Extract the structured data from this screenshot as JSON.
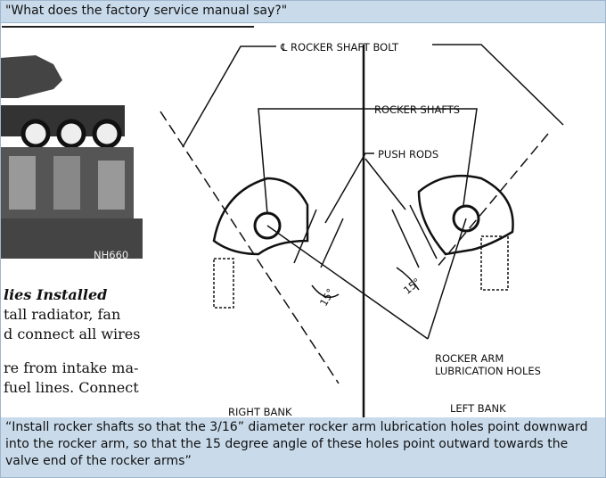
{
  "header": {
    "title": "\"What does the factory service manual say?\""
  },
  "diagram": {
    "labels": {
      "bolt": "℄ ROCKER SHAFT BOLT",
      "shafts": "ROCKER SHAFTS",
      "rods": "PUSH RODS",
      "holes1": "ROCKER ARM",
      "holes2": "LUBRICATION HOLES",
      "right_bank": "RIGHT BANK",
      "left_bank": "LEFT BANK",
      "angle_left": "15°",
      "angle_right": "15°"
    },
    "photo_label": "NH660",
    "text_lines": [
      "lies Installed",
      "tall radiator, fan",
      "d connect all wires",
      "re from intake ma-",
      "fuel lines. Connect"
    ]
  },
  "caption": {
    "text": "“Install rocker shafts so that the 3/16” diameter rocker arm lubrication holes point downward into the rocker arm, so that the 15 degree angle of these holes point outward towards the valve end of the rocker arms”"
  }
}
